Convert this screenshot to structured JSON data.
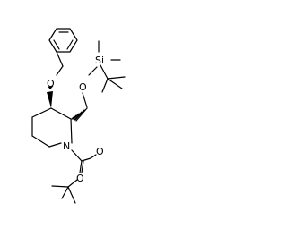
{
  "molecule": {
    "atoms": {
      "o_ether": "O",
      "o_silyl": "O",
      "si": "Si",
      "n_ring": "N",
      "o_ester": "O",
      "o_carbonyl": "O"
    }
  }
}
